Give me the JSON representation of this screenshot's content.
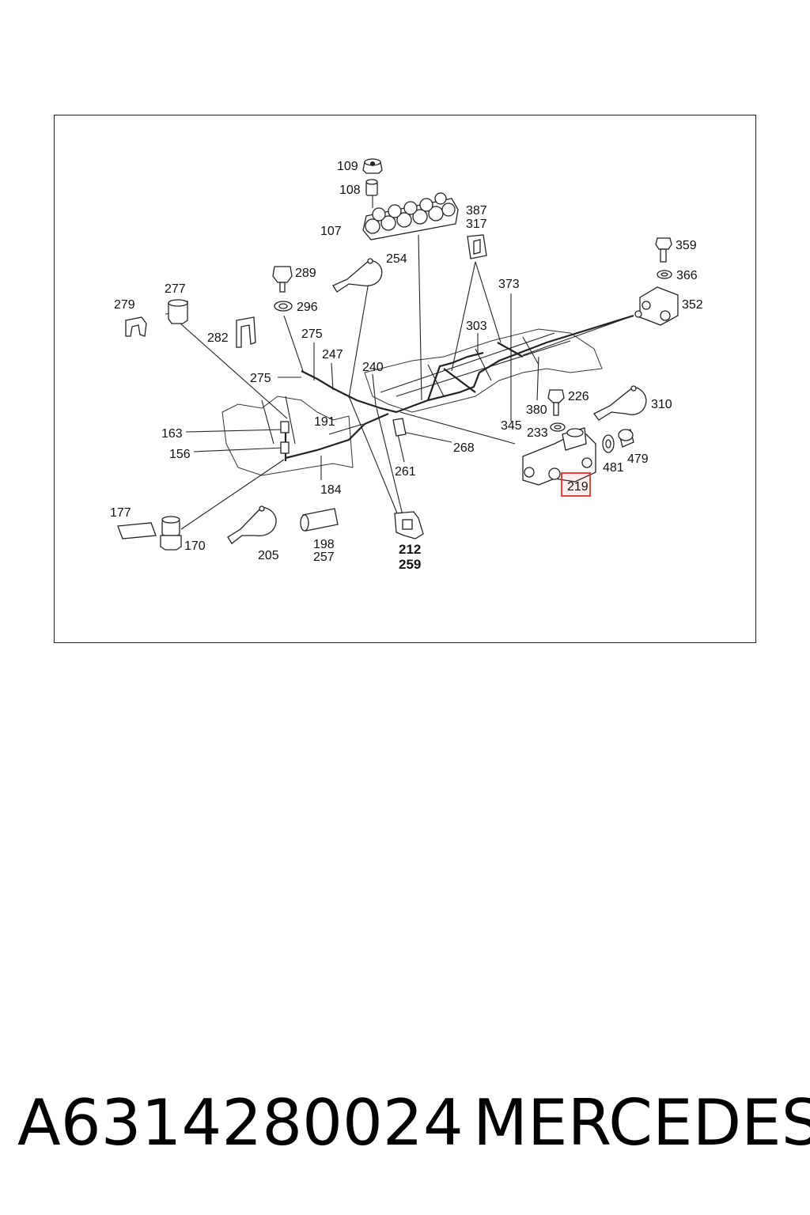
{
  "footer": {
    "part_number": "A6314280024",
    "brand": "MERCEDES"
  },
  "diagram": {
    "highlighted_part": "219",
    "highlight_color": "#e03030",
    "callouts": {
      "c109": "109",
      "c108": "108",
      "c107": "107",
      "c387": "387",
      "c317": "317",
      "c254": "254",
      "c289": "289",
      "c296": "296",
      "c373": "373",
      "c359": "359",
      "c366": "366",
      "c352": "352",
      "c279": "279",
      "c277": "277",
      "c282": "282",
      "c275a": "275",
      "c275b": "275",
      "c247": "247",
      "c240": "240",
      "c303": "303",
      "c226": "226",
      "c310": "310",
      "c380": "380",
      "c345": "345",
      "c233": "233",
      "c163": "163",
      "c191": "191",
      "c156": "156",
      "c268": "268",
      "c481": "481",
      "c479": "479",
      "c261": "261",
      "c184": "184",
      "c219": "219",
      "c177": "177",
      "c170": "170",
      "c205": "205",
      "c198": "198",
      "c257": "257",
      "c212": "212",
      "c259": "259"
    }
  }
}
